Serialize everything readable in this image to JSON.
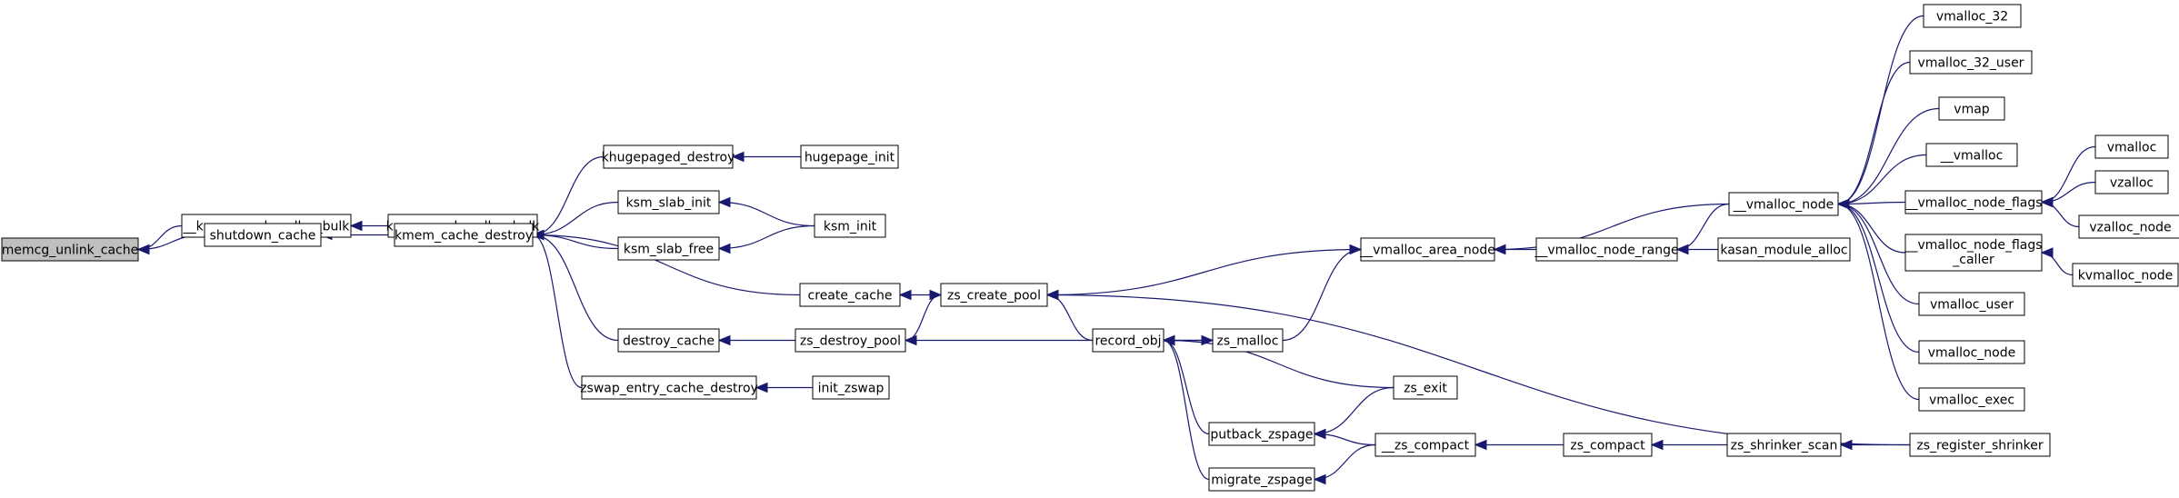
{
  "colors": {
    "edge": "#191970",
    "node_border": "#000000",
    "node_fill": "#ffffff",
    "current_fill": "#bfbfbf",
    "background": "#ffffff"
  },
  "nodes": [
    {
      "id": "memcg_unlink_cache",
      "lines": [
        "memcg_unlink_cache"
      ],
      "current": true
    },
    {
      "id": "__kmem_cache_alloc_bulk",
      "lines": [
        "__kmem_cache_alloc_bulk"
      ]
    },
    {
      "id": "shutdown_cache",
      "lines": [
        "shutdown_cache"
      ]
    },
    {
      "id": "kmem_cache_alloc_bulk",
      "lines": [
        "kmem_cache_alloc_bulk"
      ]
    },
    {
      "id": "kmem_cache_destroy",
      "lines": [
        "kmem_cache_destroy"
      ]
    },
    {
      "id": "khugepaged_destroy",
      "lines": [
        "khugepaged_destroy"
      ]
    },
    {
      "id": "ksm_slab_init",
      "lines": [
        "ksm_slab_init"
      ]
    },
    {
      "id": "ksm_slab_free",
      "lines": [
        "ksm_slab_free"
      ]
    },
    {
      "id": "destroy_cache",
      "lines": [
        "destroy_cache"
      ]
    },
    {
      "id": "zswap_entry_cache_destroy",
      "lines": [
        "zswap_entry_cache_destroy"
      ]
    },
    {
      "id": "hugepage_init",
      "lines": [
        "hugepage_init"
      ]
    },
    {
      "id": "ksm_init",
      "lines": [
        "ksm_init"
      ]
    },
    {
      "id": "create_cache",
      "lines": [
        "create_cache"
      ]
    },
    {
      "id": "zs_destroy_pool",
      "lines": [
        "zs_destroy_pool"
      ]
    },
    {
      "id": "init_zswap",
      "lines": [
        "init_zswap"
      ]
    },
    {
      "id": "zs_create_pool",
      "lines": [
        "zs_create_pool"
      ]
    },
    {
      "id": "record_obj",
      "lines": [
        "record_obj"
      ]
    },
    {
      "id": "zs_malloc",
      "lines": [
        "zs_malloc"
      ]
    },
    {
      "id": "putback_zspage",
      "lines": [
        "putback_zspage"
      ]
    },
    {
      "id": "migrate_zspage",
      "lines": [
        "migrate_zspage"
      ]
    },
    {
      "id": "__vmalloc_area_node",
      "lines": [
        "__vmalloc_area_node"
      ]
    },
    {
      "id": "zs_exit",
      "lines": [
        "zs_exit"
      ]
    },
    {
      "id": "__zs_compact",
      "lines": [
        "__zs_compact"
      ]
    },
    {
      "id": "__vmalloc_node_range",
      "lines": [
        "__vmalloc_node_range"
      ]
    },
    {
      "id": "zs_compact",
      "lines": [
        "zs_compact"
      ]
    },
    {
      "id": "__vmalloc_node",
      "lines": [
        "__vmalloc_node"
      ]
    },
    {
      "id": "kasan_module_alloc",
      "lines": [
        "kasan_module_alloc"
      ]
    },
    {
      "id": "zs_shrinker_scan",
      "lines": [
        "zs_shrinker_scan"
      ]
    },
    {
      "id": "zs_register_shrinker",
      "lines": [
        "zs_register_shrinker"
      ]
    },
    {
      "id": "vmalloc_32",
      "lines": [
        "vmalloc_32"
      ]
    },
    {
      "id": "vmalloc_32_user",
      "lines": [
        "vmalloc_32_user"
      ]
    },
    {
      "id": "vmap",
      "lines": [
        "vmap"
      ]
    },
    {
      "id": "__vmalloc",
      "lines": [
        "__vmalloc"
      ]
    },
    {
      "id": "__vmalloc_node_flags",
      "lines": [
        "__vmalloc_node_flags"
      ]
    },
    {
      "id": "__vmalloc_node_flags_caller",
      "lines": [
        "__vmalloc_node_flags",
        "_caller"
      ]
    },
    {
      "id": "vmalloc_user",
      "lines": [
        "vmalloc_user"
      ]
    },
    {
      "id": "vmalloc_node",
      "lines": [
        "vmalloc_node"
      ]
    },
    {
      "id": "vmalloc_exec",
      "lines": [
        "vmalloc_exec"
      ]
    },
    {
      "id": "vmalloc",
      "lines": [
        "vmalloc"
      ]
    },
    {
      "id": "vzalloc",
      "lines": [
        "vzalloc"
      ]
    },
    {
      "id": "vzalloc_node",
      "lines": [
        "vzalloc_node"
      ]
    },
    {
      "id": "kvmalloc_node",
      "lines": [
        "kvmalloc_node"
      ]
    }
  ],
  "edges": [
    [
      "__kmem_cache_alloc_bulk",
      "memcg_unlink_cache"
    ],
    [
      "shutdown_cache",
      "memcg_unlink_cache"
    ],
    [
      "kmem_cache_alloc_bulk",
      "__kmem_cache_alloc_bulk"
    ],
    [
      "kmem_cache_destroy",
      "shutdown_cache"
    ],
    [
      "khugepaged_destroy",
      "kmem_cache_destroy"
    ],
    [
      "ksm_slab_init",
      "kmem_cache_destroy"
    ],
    [
      "ksm_slab_free",
      "kmem_cache_destroy"
    ],
    [
      "create_cache",
      "kmem_cache_destroy"
    ],
    [
      "destroy_cache",
      "kmem_cache_destroy"
    ],
    [
      "zswap_entry_cache_destroy",
      "kmem_cache_destroy"
    ],
    [
      "hugepage_init",
      "khugepaged_destroy"
    ],
    [
      "ksm_init",
      "ksm_slab_init"
    ],
    [
      "ksm_init",
      "ksm_slab_free"
    ],
    [
      "zs_create_pool",
      "create_cache"
    ],
    [
      "zs_destroy_pool",
      "destroy_cache"
    ],
    [
      "init_zswap",
      "zswap_entry_cache_destroy"
    ],
    [
      "zs_destroy_pool",
      "zs_create_pool"
    ],
    [
      "record_obj",
      "zs_create_pool"
    ],
    [
      "record_obj",
      "zs_destroy_pool"
    ],
    [
      "__vmalloc_area_node",
      "zs_create_pool"
    ],
    [
      "zs_register_shrinker",
      "zs_create_pool"
    ],
    [
      "zs_malloc",
      "record_obj"
    ],
    [
      "record_obj",
      "zs_malloc"
    ],
    [
      "zs_exit",
      "record_obj"
    ],
    [
      "putback_zspage",
      "record_obj"
    ],
    [
      "migrate_zspage",
      "record_obj"
    ],
    [
      "zs_malloc",
      "__vmalloc_area_node"
    ],
    [
      "zs_exit",
      "putback_zspage"
    ],
    [
      "__zs_compact",
      "putback_zspage"
    ],
    [
      "__zs_compact",
      "migrate_zspage"
    ],
    [
      "zs_compact",
      "__zs_compact"
    ],
    [
      "__vmalloc_node_range",
      "__vmalloc_area_node"
    ],
    [
      "__vmalloc_node",
      "__vmalloc_area_node"
    ],
    [
      "__vmalloc_node",
      "__vmalloc_node_range"
    ],
    [
      "kasan_module_alloc",
      "__vmalloc_node_range"
    ],
    [
      "zs_shrinker_scan",
      "zs_compact"
    ],
    [
      "zs_register_shrinker",
      "zs_shrinker_scan"
    ],
    [
      "vmalloc_32",
      "__vmalloc_node"
    ],
    [
      "vmalloc_32_user",
      "__vmalloc_node"
    ],
    [
      "vmap",
      "__vmalloc_node"
    ],
    [
      "__vmalloc",
      "__vmalloc_node"
    ],
    [
      "__vmalloc_node_flags",
      "__vmalloc_node"
    ],
    [
      "__vmalloc_node_flags_caller",
      "__vmalloc_node"
    ],
    [
      "vmalloc_user",
      "__vmalloc_node"
    ],
    [
      "vmalloc_node",
      "__vmalloc_node"
    ],
    [
      "vmalloc_exec",
      "__vmalloc_node"
    ],
    [
      "vmalloc",
      "__vmalloc_node_flags"
    ],
    [
      "vzalloc",
      "__vmalloc_node_flags"
    ],
    [
      "vzalloc_node",
      "__vmalloc_node_flags"
    ],
    [
      "kvmalloc_node",
      "__vmalloc_node_flags_caller"
    ]
  ]
}
